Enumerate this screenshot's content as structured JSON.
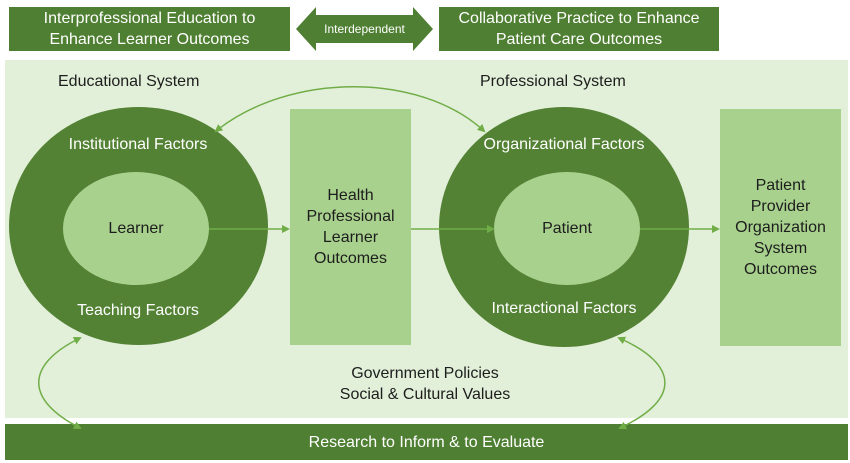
{
  "header": {
    "left_box": "Interprofessional Education to\nEnhance Learner Outcomes",
    "middle_arrow": "Interdependent",
    "right_box": "Collaborative Practice to Enhance\nPatient Care Outcomes"
  },
  "educational_system": {
    "title": "Educational System",
    "outer_top": "Institutional Factors",
    "outer_bottom": "Teaching Factors",
    "core": "Learner"
  },
  "learner_outcomes": "Health\nProfessional\nLearner\nOutcomes",
  "professional_system": {
    "title": "Professional System",
    "outer_top": "Organizational Factors",
    "outer_bottom": "Interactional Factors",
    "core": "Patient"
  },
  "patient_outcomes": "Patient\nProvider\nOrganization\nSystem\nOutcomes",
  "context": {
    "line1": "Government Policies",
    "line2": "Social & Cultural Values"
  },
  "footer": "Research to Inform & to Evaluate",
  "colors": {
    "dark_green": "#4f7f32",
    "light_green": "#a8d18d",
    "panel": "#e2efd9",
    "arrow": "#70ad47"
  }
}
